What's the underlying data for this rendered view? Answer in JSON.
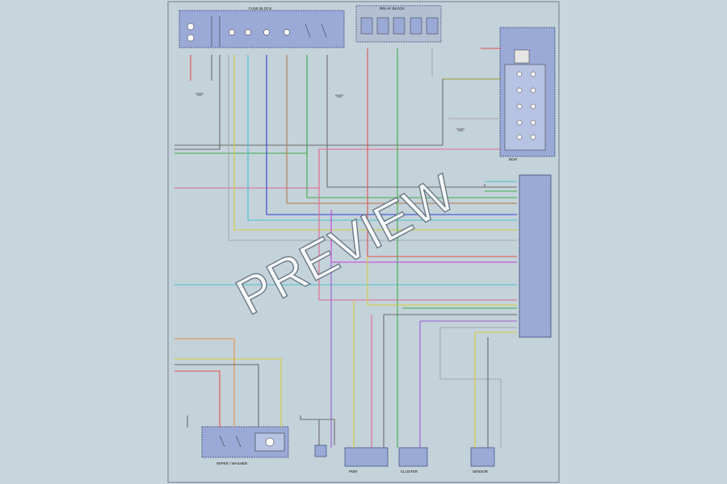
{
  "watermark": "PREVIEW",
  "components": {
    "fuse_block": "FUSE BLOCK",
    "relay_block": "RELAY BLOCK",
    "bcm": "BCM",
    "wiper": "WIPER / WASHER",
    "pdm": "PDM",
    "cluster": "CLUSTER",
    "sensor": "SENSOR"
  },
  "wire_colors": {
    "dark_gray": "#6b6b6b",
    "red": "#e0514f",
    "yellow": "#d8cc3a",
    "cyan": "#47c4cf",
    "blue": "#2e3fcf",
    "brown": "#b5774b",
    "green": "#3fae4a",
    "pink": "#e26a8e",
    "magenta": "#c73fd8",
    "violet": "#9a5fd6",
    "light_gray": "#a9a9a9",
    "tan": "#c9b27a",
    "light_green": "#8fd44b",
    "olive": "#9b9b3a",
    "orange": "#e0914a"
  }
}
